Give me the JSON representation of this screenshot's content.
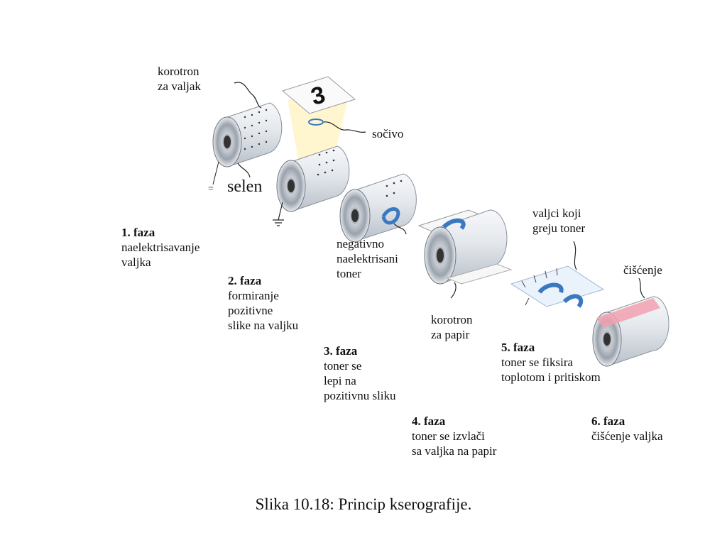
{
  "labels": {
    "korotron_valjak": [
      "korotron",
      "za valjak"
    ],
    "socivo": "sočivo",
    "selen": "selen",
    "negativno_toner": [
      "negativno",
      "naelektrisani",
      "toner"
    ],
    "korotron_papir": [
      "korotron",
      "za papir"
    ],
    "valjci_greju": [
      "valjci koji",
      "greju toner"
    ],
    "ciscenje": "čišćenje",
    "paper_digit": "3",
    "ground_mark": "="
  },
  "phases": [
    {
      "title": "1. faza",
      "lines": [
        "naelektrisavanje",
        "valjka"
      ]
    },
    {
      "title": "2. faza",
      "lines": [
        "formiranje",
        "pozitivne",
        "slike na valjku"
      ]
    },
    {
      "title": "3. faza",
      "lines": [
        "toner se",
        "lepi na",
        "pozitivnu sliku"
      ]
    },
    {
      "title": "4. faza",
      "lines": [
        "toner se izvlači",
        "sa valjka na papir"
      ]
    },
    {
      "title": "5. faza",
      "lines": [
        "toner se fiksira",
        "toplotom i pritiskom"
      ]
    },
    {
      "title": "6. faza",
      "lines": [
        "čišćenje valjka"
      ]
    }
  ],
  "caption": "Slika 10.18: Princip kserografije.",
  "colors": {
    "toner": "#3a78c2",
    "drum": "#dfe4ea",
    "cleaning": "#f2a0b0",
    "light": "#fff6c8"
  }
}
